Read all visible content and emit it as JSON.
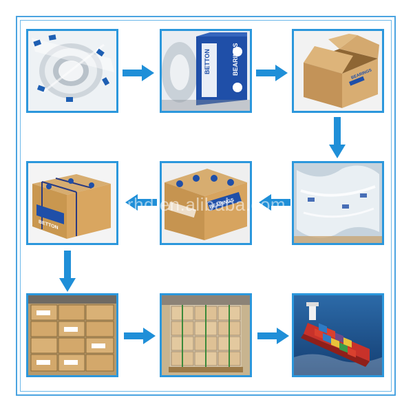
{
  "steps": [
    {
      "id": 1,
      "name": "bearing-in-plastic"
    },
    {
      "id": 2,
      "name": "bearing-in-brand-box"
    },
    {
      "id": 3,
      "name": "open-carton"
    },
    {
      "id": 4,
      "name": "carton-with-plastic-lining"
    },
    {
      "id": 5,
      "name": "sealed-carton"
    },
    {
      "id": 6,
      "name": "strapped-carton"
    },
    {
      "id": 7,
      "name": "warehouse-stacks"
    },
    {
      "id": 8,
      "name": "wrapped-pallet"
    },
    {
      "id": 9,
      "name": "container-ship"
    }
  ],
  "brand": {
    "logo_text": "BETTON",
    "box_text": "BEARINGS"
  },
  "watermark": "rhd.en.alibaba.com",
  "colors": {
    "frame": "#2b97dc",
    "arrow": "#1f8fd8",
    "box_blue": "#1f4fa8",
    "carton": "#c9a066"
  }
}
